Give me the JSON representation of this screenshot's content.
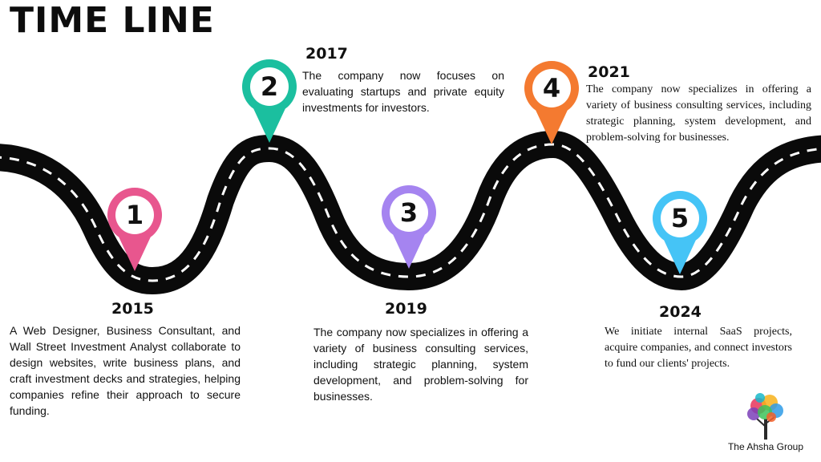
{
  "title": "TIME LINE",
  "colors": {
    "road": "#0a0a0a",
    "lane": "#ffffff",
    "pin1": "#e8568e",
    "pin2": "#1bbf9f",
    "pin3": "#a584f0",
    "pin4": "#f47a30",
    "pin5": "#45c4f6"
  },
  "milestones": [
    {
      "number": "1",
      "year": "2015",
      "text": "A Web Designer, Business Consultant, and Wall Street Investment Analyst collaborate to design websites, write business plans, and craft investment decks and strategies, helping companies refine their approach to secure funding."
    },
    {
      "number": "2",
      "year": "2017",
      "text": "The company now focuses on evaluating startups and private equity investments for investors."
    },
    {
      "number": "3",
      "year": "2019",
      "text": "The company now specializes in offering a variety of business consulting services, including strategic planning, system development, and problem-solving for businesses."
    },
    {
      "number": "4",
      "year": "2021",
      "text": "The company now specializes in offering a variety of business consulting services, including strategic planning, system development, and problem-solving for businesses."
    },
    {
      "number": "5",
      "year": "2024",
      "text": "We initiate internal SaaS projects, acquire companies, and connect investors to fund our clients' projects."
    }
  ],
  "logo": {
    "name": "The Ahsha Group",
    "icon": "colorful-tree-icon"
  }
}
